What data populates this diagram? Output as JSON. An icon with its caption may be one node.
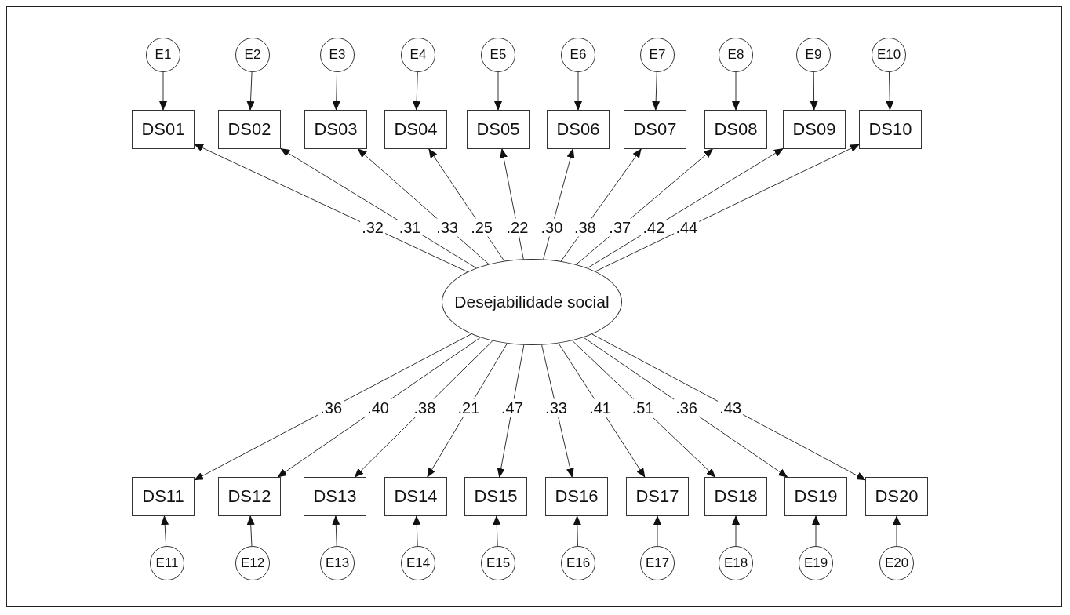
{
  "diagram": {
    "nodes": [
      {
        "text": [
          "E1"
        ]
      },
      {
        "text": [
          "E2"
        ]
      },
      {
        "text": [
          "E3"
        ]
      },
      {
        "text": [
          "E4"
        ]
      },
      {
        "text": [
          "E5"
        ]
      },
      {
        "text": [
          "E6"
        ]
      },
      {
        "text": [
          "E7"
        ]
      },
      {
        "text": [
          "E8"
        ]
      },
      {
        "text": [
          "E9"
        ]
      },
      {
        "text": [
          "E10"
        ]
      },
      {
        "text": [
          "DS01"
        ]
      },
      {
        "text": [
          "DS02"
        ]
      },
      {
        "text": [
          "DS03"
        ]
      },
      {
        "text": [
          "DS04"
        ]
      },
      {
        "text": [
          "DS05"
        ]
      },
      {
        "text": [
          "DS06"
        ]
      },
      {
        "text": [
          "DS07"
        ]
      },
      {
        "text": [
          "DS08"
        ]
      },
      {
        "text": [
          "DS09"
        ]
      },
      {
        "text": [
          "DS10"
        ]
      },
      {
        "text": [
          "Desejabilidade social"
        ]
      },
      {
        "text": [
          "DS11"
        ]
      },
      {
        "text": [
          "DS12"
        ]
      },
      {
        "text": [
          "DS13"
        ]
      },
      {
        "text": [
          "DS14"
        ]
      },
      {
        "text": [
          "DS15"
        ]
      },
      {
        "text": [
          "DS16"
        ]
      },
      {
        "text": [
          "DS17"
        ]
      },
      {
        "text": [
          "DS18"
        ]
      },
      {
        "text": [
          "DS19"
        ]
      },
      {
        "text": [
          "DS20"
        ]
      },
      {
        "text": [
          "E11"
        ]
      },
      {
        "text": [
          "E12"
        ]
      },
      {
        "text": [
          "E13"
        ]
      },
      {
        "text": [
          "E14"
        ]
      },
      {
        "text": [
          "E15"
        ]
      },
      {
        "text": [
          "E16"
        ]
      },
      {
        "text": [
          "E17"
        ]
      },
      {
        "text": [
          "E18"
        ]
      },
      {
        "text": [
          "E19"
        ]
      },
      {
        "text": [
          "E20"
        ]
      }
    ],
    "edges": [
      {
        "from": 0,
        "to": 10,
        "arrow": "to"
      },
      {
        "from": 1,
        "to": 11,
        "arrow": "to"
      },
      {
        "from": 2,
        "to": 12,
        "arrow": "to"
      },
      {
        "from": 3,
        "to": 13,
        "arrow": "to"
      },
      {
        "from": 4,
        "to": 14,
        "arrow": "to"
      },
      {
        "from": 5,
        "to": 15,
        "arrow": "to"
      },
      {
        "from": 6,
        "to": 16,
        "arrow": "to"
      },
      {
        "from": 7,
        "to": 17,
        "arrow": "to"
      },
      {
        "from": 8,
        "to": 18,
        "arrow": "to"
      },
      {
        "from": 9,
        "to": 19,
        "arrow": "to"
      },
      {
        "from": 20,
        "to": 10,
        "arrow": "to",
        "label": ".32"
      },
      {
        "from": 20,
        "to": 11,
        "arrow": "to",
        "label": ".31"
      },
      {
        "from": 20,
        "to": 12,
        "arrow": "to",
        "label": ".33"
      },
      {
        "from": 20,
        "to": 13,
        "arrow": "to",
        "label": ".25"
      },
      {
        "from": 20,
        "to": 14,
        "arrow": "to",
        "label": ".22"
      },
      {
        "from": 20,
        "to": 15,
        "arrow": "to",
        "label": ".30"
      },
      {
        "from": 20,
        "to": 16,
        "arrow": "to",
        "label": ".38"
      },
      {
        "from": 20,
        "to": 17,
        "arrow": "to",
        "label": ".37"
      },
      {
        "from": 20,
        "to": 18,
        "arrow": "to",
        "label": ".42"
      },
      {
        "from": 20,
        "to": 19,
        "arrow": "to",
        "label": ".44"
      },
      {
        "from": 20,
        "to": 21,
        "arrow": "to",
        "label": ".36"
      },
      {
        "from": 20,
        "to": 22,
        "arrow": "to",
        "label": ".40"
      },
      {
        "from": 20,
        "to": 23,
        "arrow": "to",
        "label": ".38"
      },
      {
        "from": 20,
        "to": 24,
        "arrow": "to",
        "label": ".21"
      },
      {
        "from": 20,
        "to": 25,
        "arrow": "to",
        "label": ".47"
      },
      {
        "from": 20,
        "to": 26,
        "arrow": "to",
        "label": ".33"
      },
      {
        "from": 20,
        "to": 27,
        "arrow": "to",
        "label": ".41"
      },
      {
        "from": 20,
        "to": 28,
        "arrow": "to",
        "label": ".51"
      },
      {
        "from": 20,
        "to": 29,
        "arrow": "to",
        "label": ".36"
      },
      {
        "from": 20,
        "to": 30,
        "arrow": "to",
        "label": ".43"
      },
      {
        "from": 31,
        "to": 21,
        "arrow": "to"
      },
      {
        "from": 32,
        "to": 22,
        "arrow": "to"
      },
      {
        "from": 33,
        "to": 23,
        "arrow": "to"
      },
      {
        "from": 34,
        "to": 24,
        "arrow": "to"
      },
      {
        "from": 35,
        "to": 25,
        "arrow": "to"
      },
      {
        "from": 36,
        "to": 26,
        "arrow": "to"
      },
      {
        "from": 37,
        "to": 27,
        "arrow": "to"
      },
      {
        "from": 38,
        "to": 28,
        "arrow": "to"
      },
      {
        "from": 39,
        "to": 29,
        "arrow": "to"
      },
      {
        "from": 40,
        "to": 30,
        "arrow": "to"
      }
    ]
  }
}
